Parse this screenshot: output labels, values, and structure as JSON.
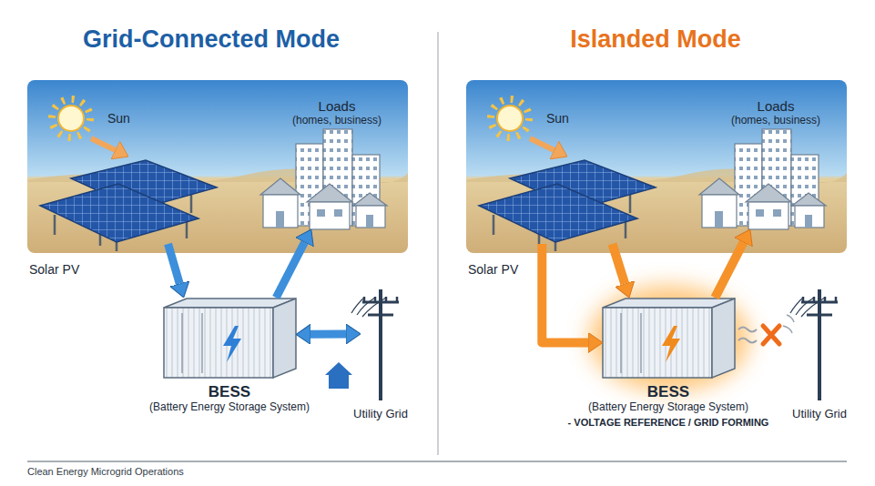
{
  "diagram": {
    "caption": "Clean Energy Microgrid Operations",
    "nodes": [
      {
        "text": [
          "Sun"
        ]
      },
      {
        "text": [
          "Solar PV"
        ]
      },
      {
        "text": [
          "Loads",
          "(homes, business)"
        ]
      },
      {
        "text": [
          "BESS",
          "(Battery Energy Storage System)"
        ]
      },
      {
        "text": [
          "Utility Grid"
        ]
      },
      {
        "text": [
          "Sun"
        ]
      },
      {
        "text": [
          "Solar PV"
        ]
      },
      {
        "text": [
          "Loads",
          "(homes, business)"
        ]
      },
      {
        "text": [
          "BESS",
          "(Battery Energy Storage System)",
          "- VOLTAGE REFERENCE / GRID FORMING"
        ]
      },
      {
        "text": [
          "Utility Grid"
        ]
      }
    ],
    "edges": [
      {
        "from": 0,
        "to": 1,
        "arrow": "to"
      },
      {
        "from": 1,
        "to": 3,
        "arrow": "to"
      },
      {
        "from": 3,
        "to": 2,
        "arrow": "to"
      },
      {
        "from": 3,
        "to": 4,
        "arrow": "both"
      },
      {
        "from": 5,
        "to": 6,
        "arrow": "to"
      },
      {
        "from": 6,
        "to": 8,
        "arrow": "to"
      },
      {
        "from": 6,
        "to": 8,
        "arrow": "to"
      },
      {
        "from": 8,
        "to": 7,
        "arrow": "to"
      }
    ],
    "labels": [
      "Grid-Connected Mode",
      "Islanded Mode"
    ]
  }
}
